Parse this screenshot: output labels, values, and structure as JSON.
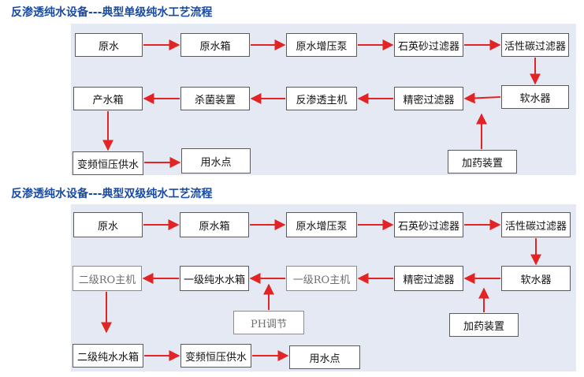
{
  "colors": {
    "title": "#1a4aa0",
    "panel_bg": "#e4e9f3",
    "arrow": "#e32424",
    "node_border": "#5a5a5a"
  },
  "single_stage": {
    "title": "反渗透纯水设备---典型单级纯水工艺流程",
    "nodes": {
      "raw_water": "原水",
      "raw_water_tank": "原水箱",
      "booster_pump": "原水增压泵",
      "quartz_sand_filter": "石英砂过滤器",
      "activated_carbon_filter": "活性碳过滤器",
      "softener": "软水器",
      "precision_filter": "精密过滤器",
      "ro_main_unit": "反渗透主机",
      "sterilizer": "杀菌装置",
      "product_water_tank": "产水箱",
      "vfd_supply": "变频恒压供水",
      "use_point": "用水点",
      "dosing_device": "加药装置"
    }
  },
  "double_stage": {
    "title": "反渗透纯水设备---典型双级纯水工艺流程",
    "nodes": {
      "raw_water": "原水",
      "raw_water_tank": "原水箱",
      "booster_pump": "原水增压泵",
      "quartz_sand_filter": "石英砂过滤器",
      "activated_carbon_filter": "活性碳过滤器",
      "softener": "软水器",
      "precision_filter": "精密过滤器",
      "ro_stage1": "一级RO主机",
      "stage1_tank": "一级纯水水箱",
      "ro_stage2": "二级RO主机",
      "ph_adjust": "PH调节",
      "dosing_device": "加药装置",
      "stage2_tank": "二级纯水水箱",
      "vfd_supply": "变频恒压供水",
      "use_point": "用水点"
    }
  }
}
